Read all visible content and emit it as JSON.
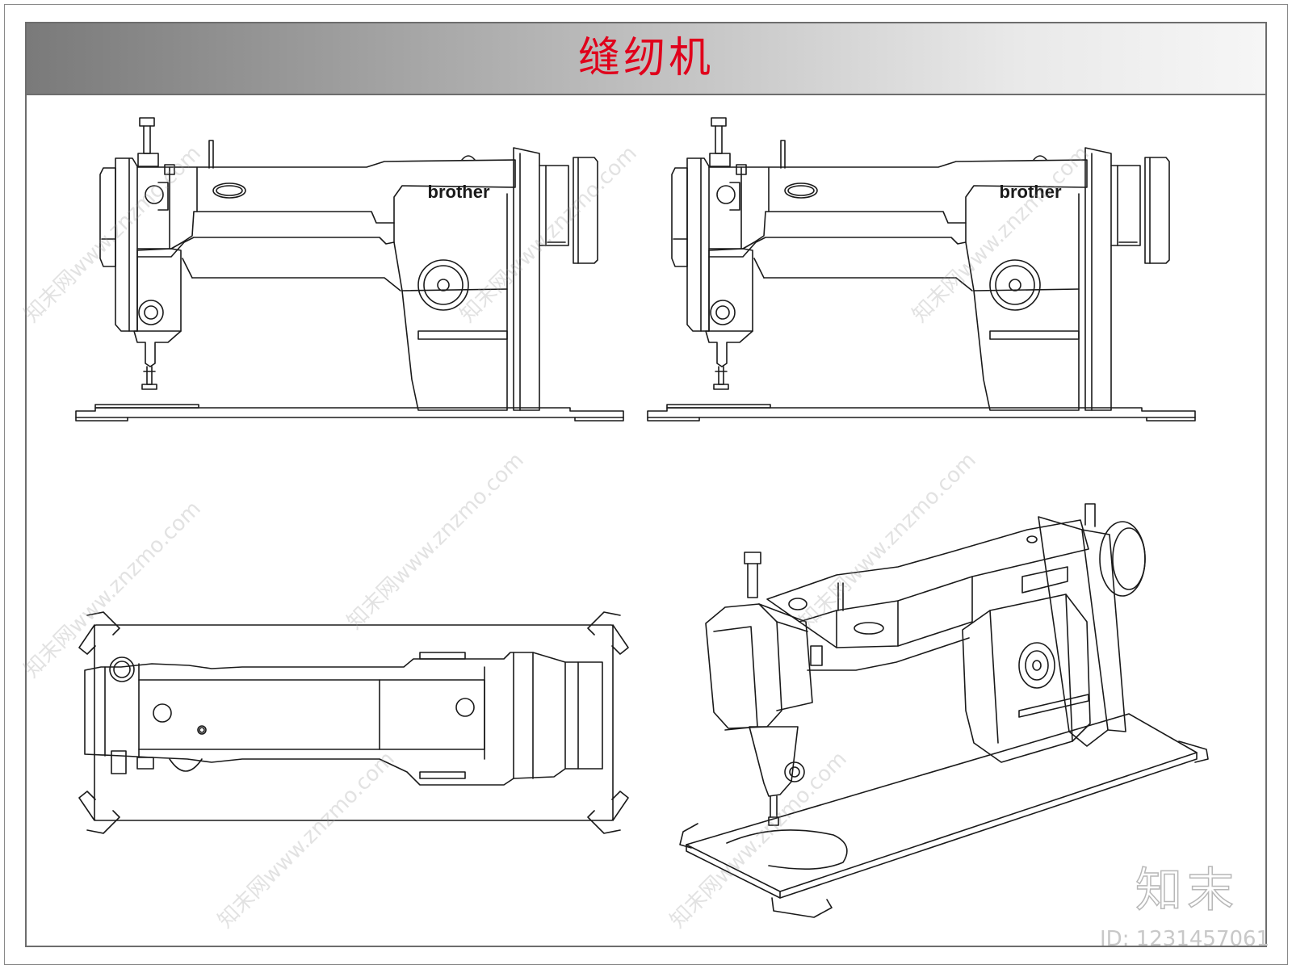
{
  "title": "缝纫机",
  "brand_label": "brother",
  "watermark": {
    "site": "知末网www.znzmo.com",
    "logo": "知末",
    "id_text": "ID: 1231457061"
  },
  "views": [
    {
      "name": "front-elevation-left"
    },
    {
      "name": "front-elevation-right"
    },
    {
      "name": "top-plan-view"
    },
    {
      "name": "isometric-view"
    }
  ],
  "colors": {
    "title": "#e0001b",
    "line": "#1a1a1a",
    "frame": "#6d6d6d"
  }
}
